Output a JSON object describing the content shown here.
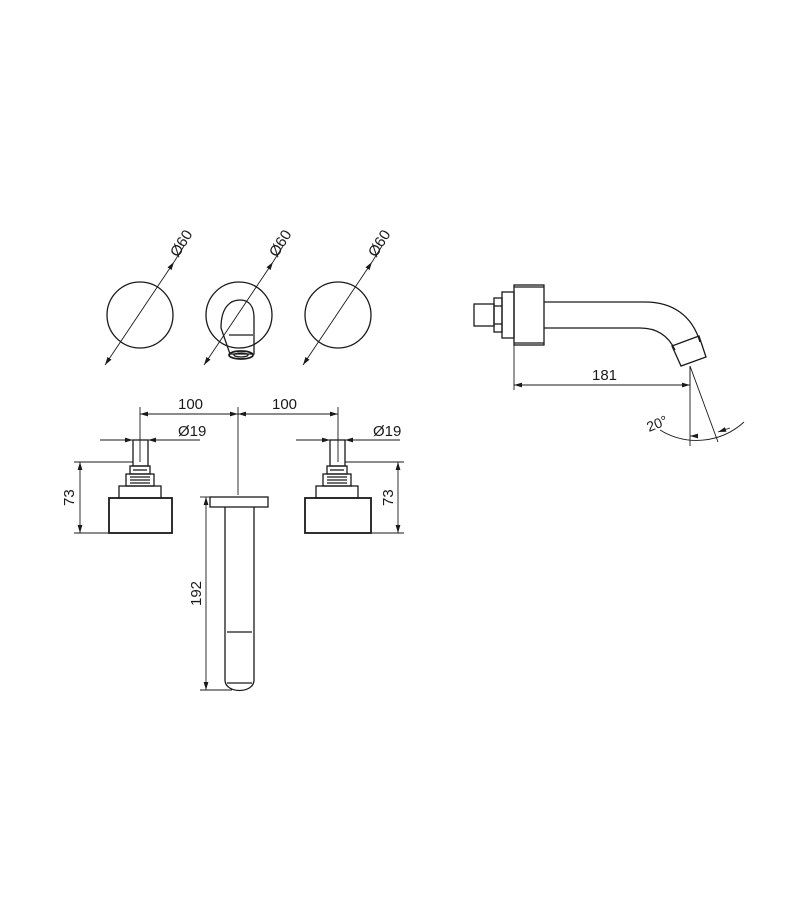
{
  "dimensions": {
    "left_handle_diameter": "Ø60",
    "spout_plate_diameter": "Ø60",
    "right_handle_diameter": "Ø60",
    "spacing_left": "100",
    "spacing_right": "100",
    "left_spindle_diameter": "Ø19",
    "right_spindle_diameter": "Ø19",
    "left_handle_height": "73",
    "right_handle_height": "73",
    "spout_length_front": "192",
    "spout_projection": "181",
    "spout_angle": "20°"
  }
}
